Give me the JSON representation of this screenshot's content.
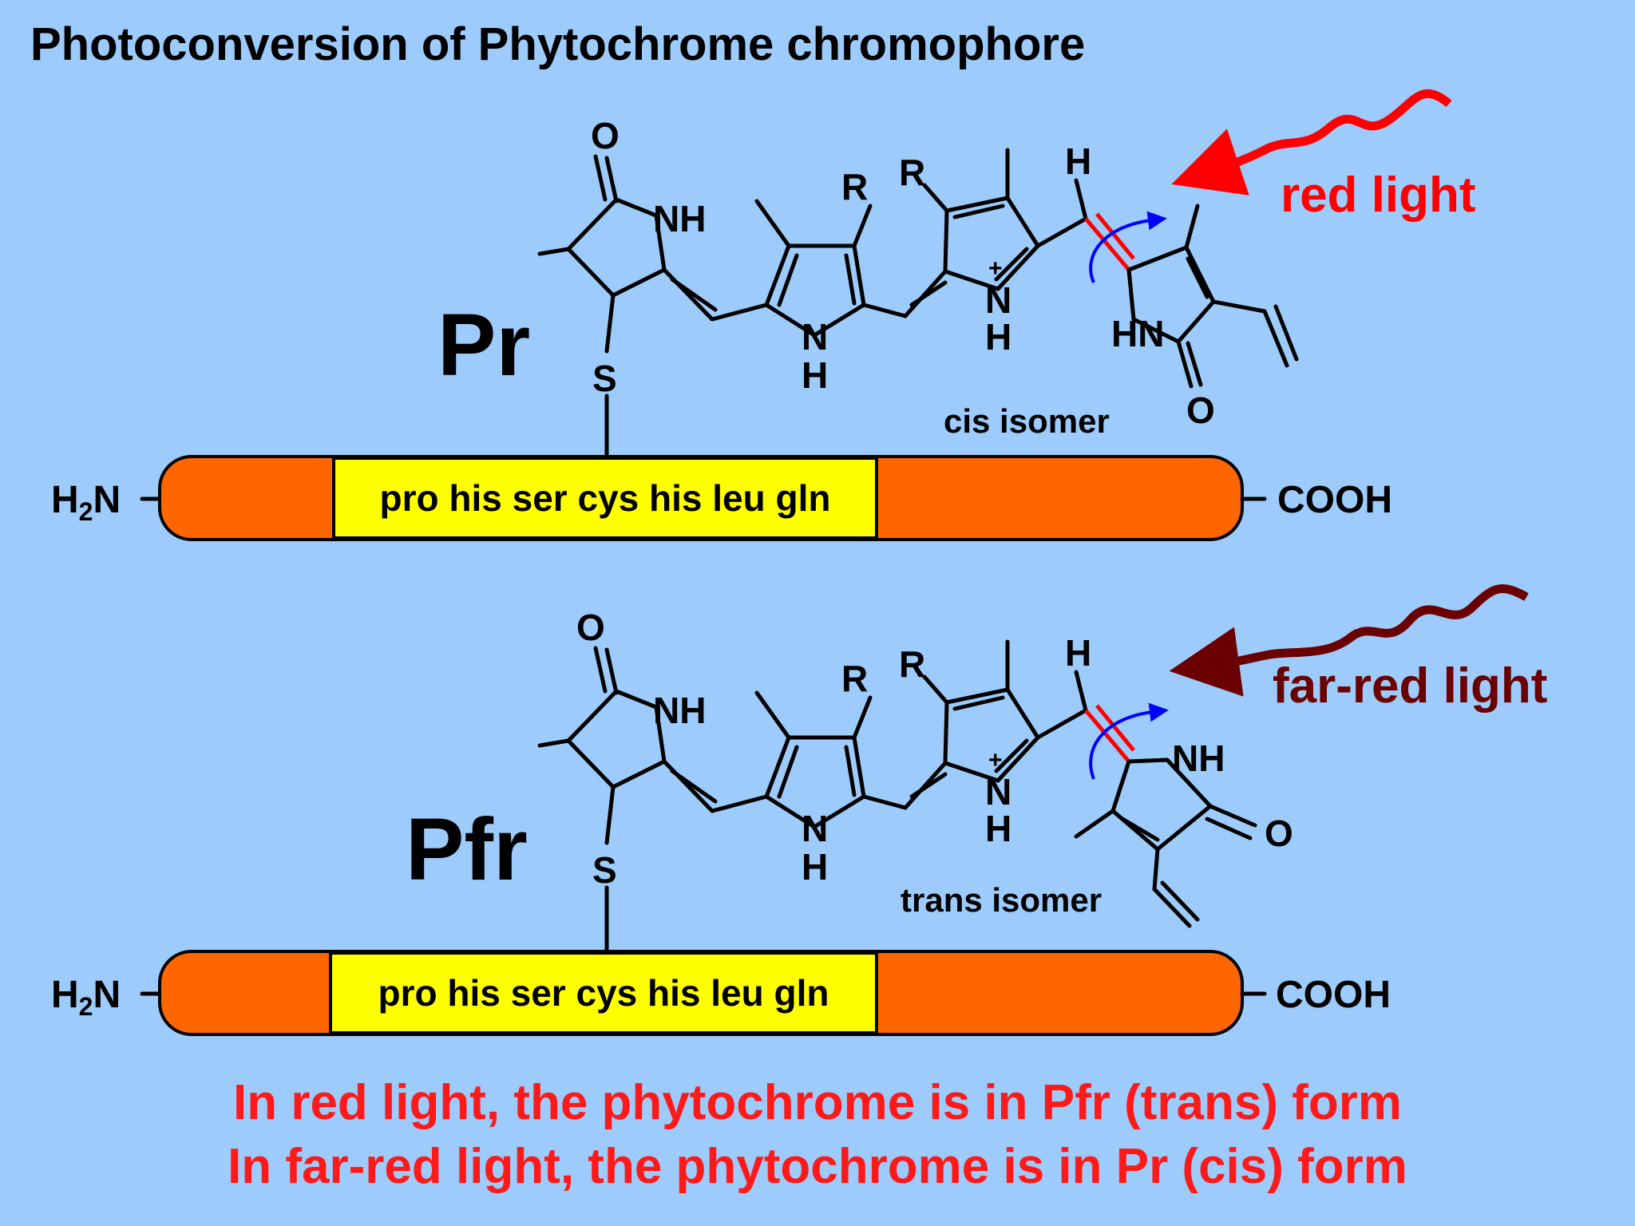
{
  "title": "Photoconversion of Phytochrome chromophore",
  "colors": {
    "background": "#9dcbfb",
    "protein_bar": "#ff6600",
    "sequence_box": "#ffff00",
    "red_light": "#ff0000",
    "far_red_light": "#6b0000",
    "rotation_arrow": "#0000ff",
    "isomerizing_bond": "#ff0000",
    "caption": "#ff1a1a"
  },
  "top": {
    "state": "Pr",
    "light": "red light",
    "isomer": "cis isomer",
    "sequence": "pro his ser cys his leu gln",
    "n_terminus": "H2N",
    "c_terminus": "COOH"
  },
  "bottom": {
    "state": "Pfr",
    "light": "far-red light",
    "isomer": "trans isomer",
    "sequence": "pro his ser cys his leu gln",
    "n_terminus": "H2N",
    "c_terminus": "COOH"
  },
  "atoms": {
    "O": "O",
    "NH": "NH",
    "HN": "HN",
    "N": "N",
    "H": "H",
    "R": "R",
    "S": "S",
    "plus": "+"
  },
  "caption": [
    "In red light, the phytochrome is in Pfr (trans) form",
    "In far-red light, the phytochrome is in Pr (cis) form"
  ]
}
